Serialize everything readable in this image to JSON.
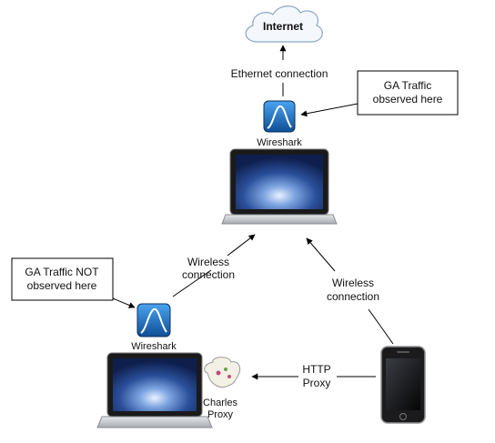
{
  "nodes": {
    "internet": {
      "label": "Internet"
    },
    "wireshark_top": {
      "label": "Wireshark"
    },
    "wireshark_left": {
      "label": "Wireshark"
    },
    "charles_proxy": {
      "line1": "Charles",
      "line2": "Proxy"
    }
  },
  "edges": {
    "ethernet": {
      "label": "Ethernet connection"
    },
    "wireless_left": {
      "line1": "Wireless",
      "line2": "connection"
    },
    "wireless_right": {
      "line1": "Wireless",
      "line2": "connection"
    },
    "http_proxy": {
      "line1": "HTTP",
      "line2": "Proxy"
    }
  },
  "callouts": {
    "observed": {
      "line1": "GA Traffic",
      "line2": "observed here"
    },
    "not_observed": {
      "line1": "GA Traffic NOT",
      "line2": "observed here"
    }
  },
  "colors": {
    "cloud_fill": "#f4f8fc",
    "cloud_stroke": "#8aa6c6",
    "wireshark_blue": "#1c63a8",
    "laptop_body": "#c9ccd1",
    "screen_blue": "#2a4f9a"
  }
}
